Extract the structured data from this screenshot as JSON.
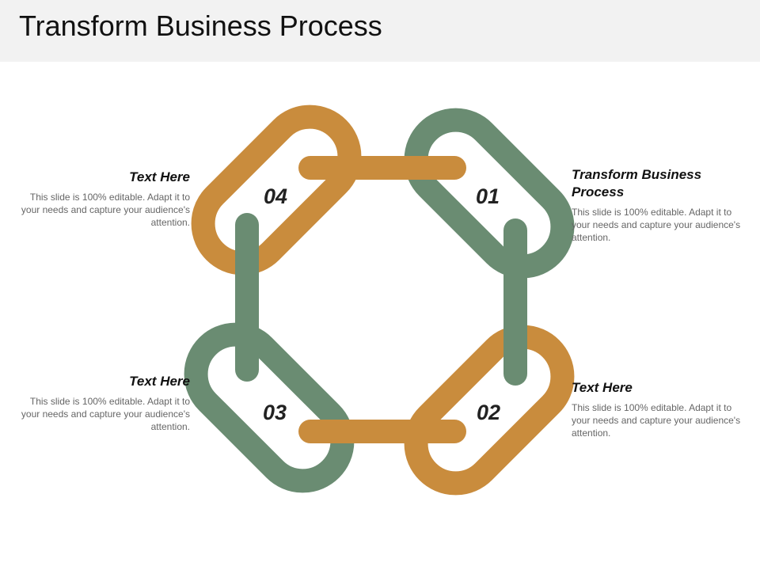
{
  "title": "Transform Business Process",
  "colors": {
    "orange": "#c98c3d",
    "green": "#6a8c72",
    "title_bg": "#f2f2f2"
  },
  "links": [
    {
      "number": "01",
      "color": "green"
    },
    {
      "number": "02",
      "color": "orange"
    },
    {
      "number": "03",
      "color": "green"
    },
    {
      "number": "04",
      "color": "orange"
    }
  ],
  "blocks": {
    "top_right": {
      "heading": "Transform Business Process",
      "body": "This slide is 100% editable. Adapt it to your needs and capture your audience's attention."
    },
    "bottom_right": {
      "heading": "Text Here",
      "body": "This slide is 100% editable. Adapt it to your needs and capture your audience's attention."
    },
    "bottom_left": {
      "heading": "Text Here",
      "body": "This slide is 100% editable. Adapt it to your needs and capture your audience's attention."
    },
    "top_left": {
      "heading": "Text Here",
      "body": "This slide is 100% editable. Adapt it to your needs and capture your audience's attention."
    }
  }
}
